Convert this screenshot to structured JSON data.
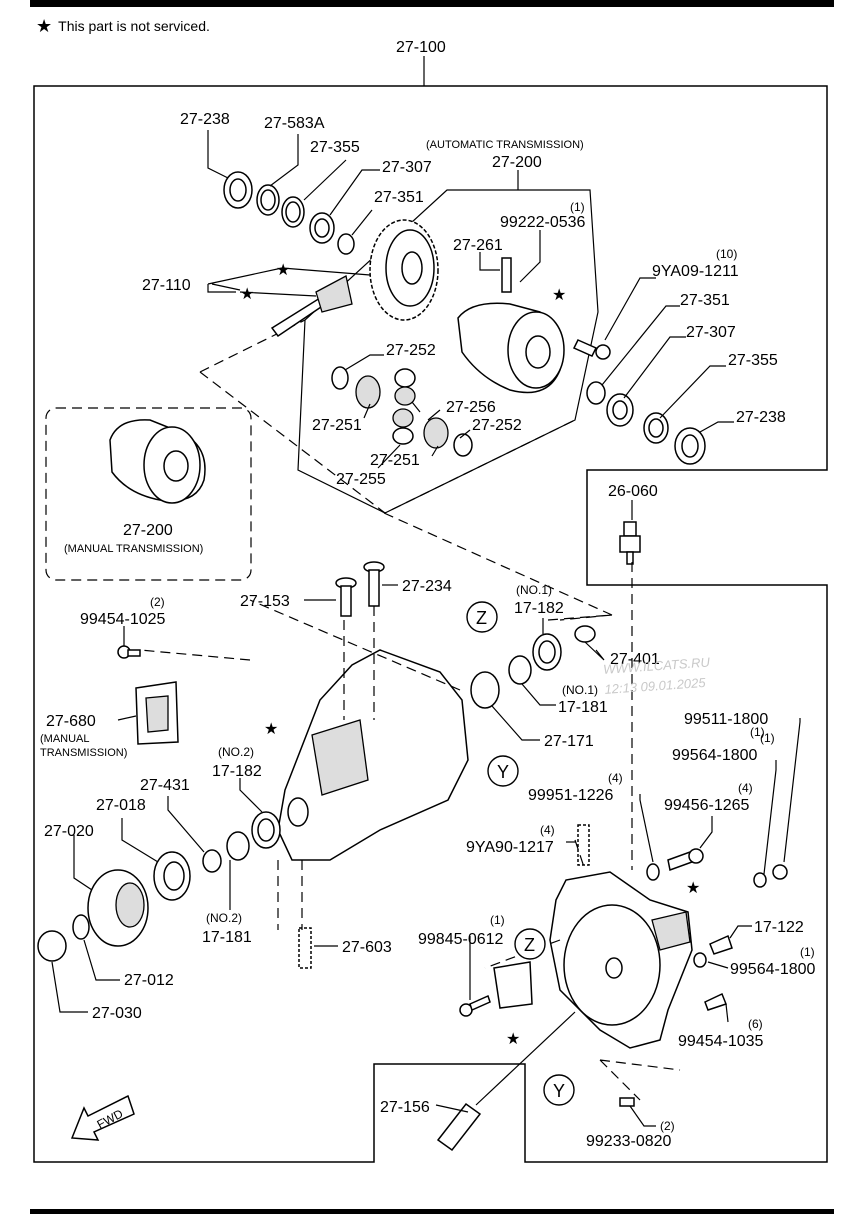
{
  "note": {
    "star": "★",
    "text": "This part is not serviced."
  },
  "watermark": {
    "line1": "WWW.ILCATS.RU",
    "line2": "12:13 09.01.2025"
  },
  "labels": {
    "p27_100": "27-100",
    "p27_238a": "27-238",
    "p27_583a": "27-583A",
    "p27_355a": "27-355",
    "p27_307a": "27-307",
    "p27_351a": "27-351",
    "auto_trans": "(AUTOMATIC TRANSMISSION)",
    "p27_200a": "27-200",
    "q1a": "(1)",
    "p99222": "99222-0536",
    "p27_261": "27-261",
    "q10": "(10)",
    "p9ya09": "9YA09-1211",
    "p27_110": "27-110",
    "p27_351b": "27-351",
    "p27_307b": "27-307",
    "p27_355b": "27-355",
    "p27_238b": "27-238",
    "p27_252a": "27-252",
    "p27_256": "27-256",
    "p27_251a": "27-251",
    "p27_252b": "27-252",
    "p27_251b": "27-251",
    "p27_255": "27-255",
    "p27_200m": "27-200",
    "manual_trans": "(MANUAL TRANSMISSION)",
    "p26_060": "26-060",
    "p27_153": "27-153",
    "p27_234": "27-234",
    "q2a": "(2)",
    "p99454a": "99454-1025",
    "no1a": "(NO.1)",
    "p17_182a": "17-182",
    "p27_401": "27-401",
    "no1b": "(NO.1)",
    "p17_181a": "17-181",
    "p27_680": "27-680",
    "manual_a": "(MANUAL",
    "manual_b": "TRANSMISSION)",
    "p27_171": "27-171",
    "no2a": "(NO.2)",
    "p17_182b": "17-182",
    "p27_431": "27-431",
    "p27_018": "27-018",
    "p27_020": "27-020",
    "no2b": "(NO.2)",
    "p17_181b": "17-181",
    "p27_603": "27-603",
    "p27_012": "27-012",
    "p27_030": "27-030",
    "q1b": "(1)",
    "p99511": "99511-1800",
    "q1c": "(1)",
    "p99564a": "99564-1800",
    "q4a": "(4)",
    "p99951": "99951-1226",
    "q4b": "(4)",
    "p99456": "99456-1265",
    "q4c": "(4)",
    "p9ya90": "9YA90-1217",
    "q1d": "(1)",
    "p99845": "99845-0612",
    "p17_122": "17-122",
    "q1e": "(1)",
    "p99564b": "99564-1800",
    "q6": "(6)",
    "p99454b": "99454-1035",
    "p27_156": "27-156",
    "q2b": "(2)",
    "p99233": "99233-0820",
    "fwd": "FWD",
    "z": "Z",
    "y": "Y"
  }
}
